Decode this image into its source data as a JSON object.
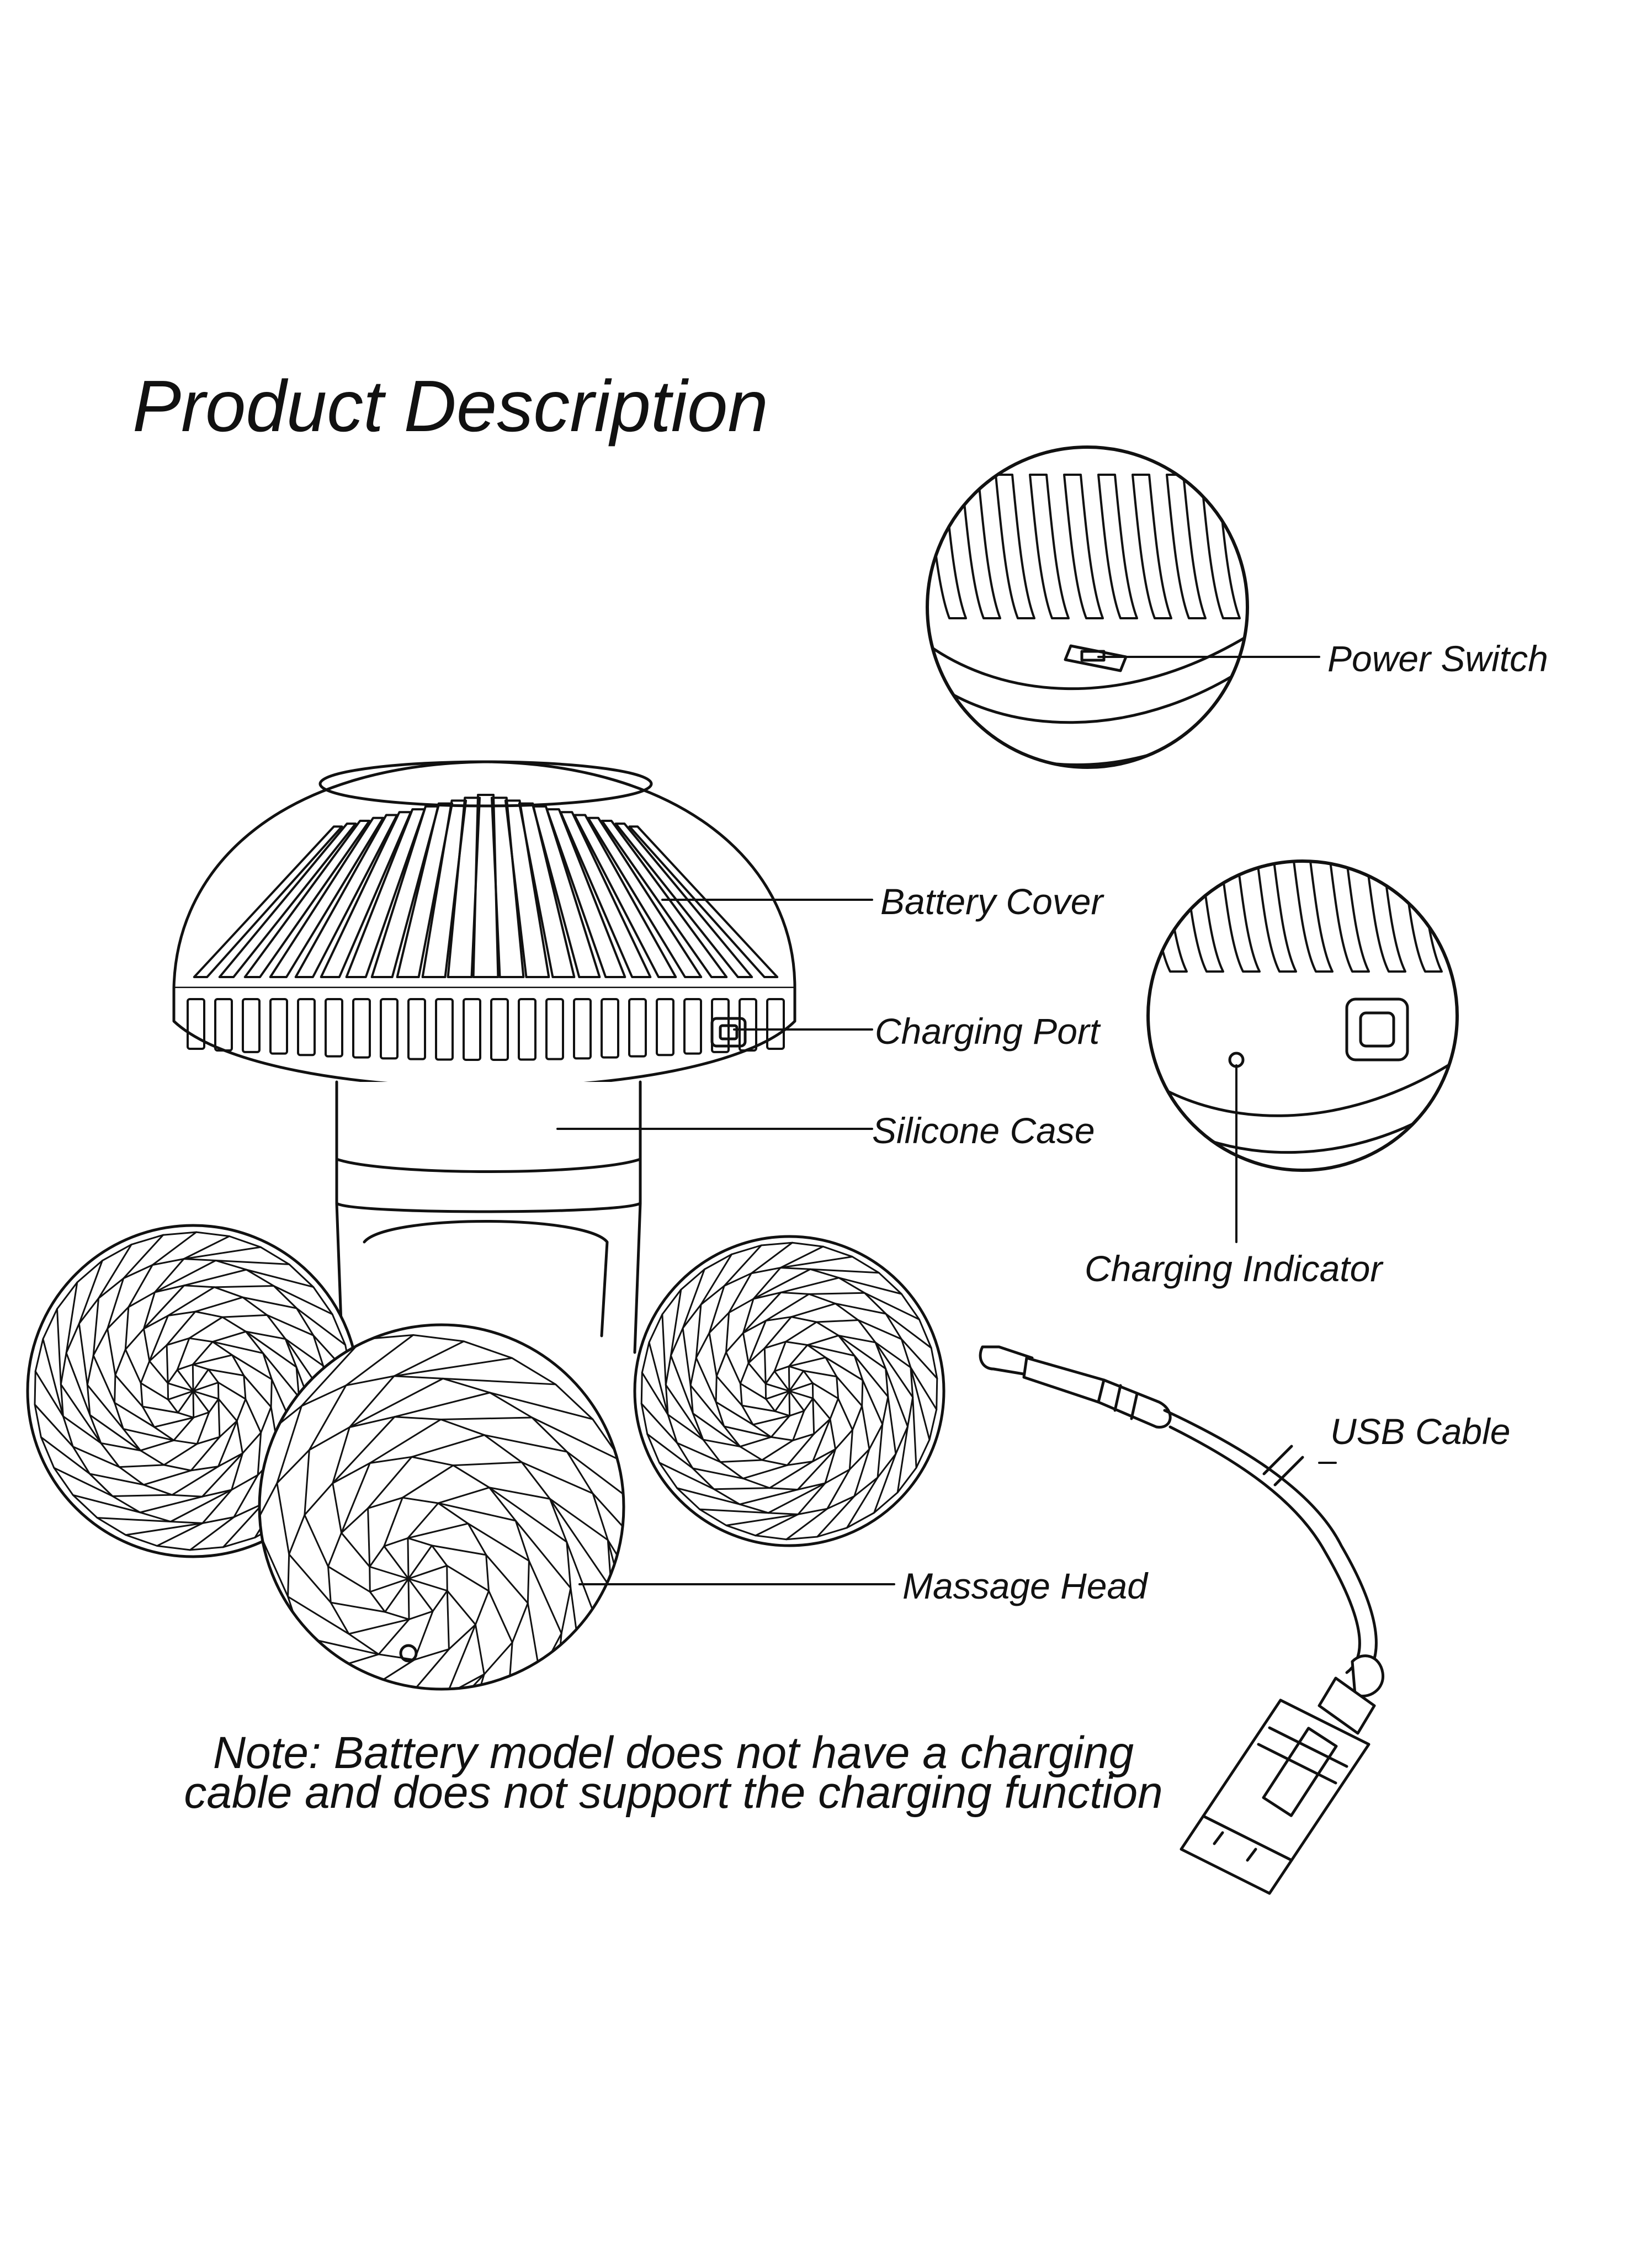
{
  "title": "Product Description",
  "labels": {
    "power_switch": "Power Switch",
    "battery_cover": "Battery Cover",
    "charging_port": "Charging Port",
    "silicone_case": "Silicone Case",
    "charging_indicator": "Charging Indicator",
    "usb_cable": "USB Cable",
    "massage_head": "Massage Head"
  },
  "note": {
    "line1": "Note: Battery model does not have a charging",
    "line2": "cable and does not support the charging function"
  },
  "colors": {
    "ink": "#111111",
    "background": "#ffffff"
  }
}
